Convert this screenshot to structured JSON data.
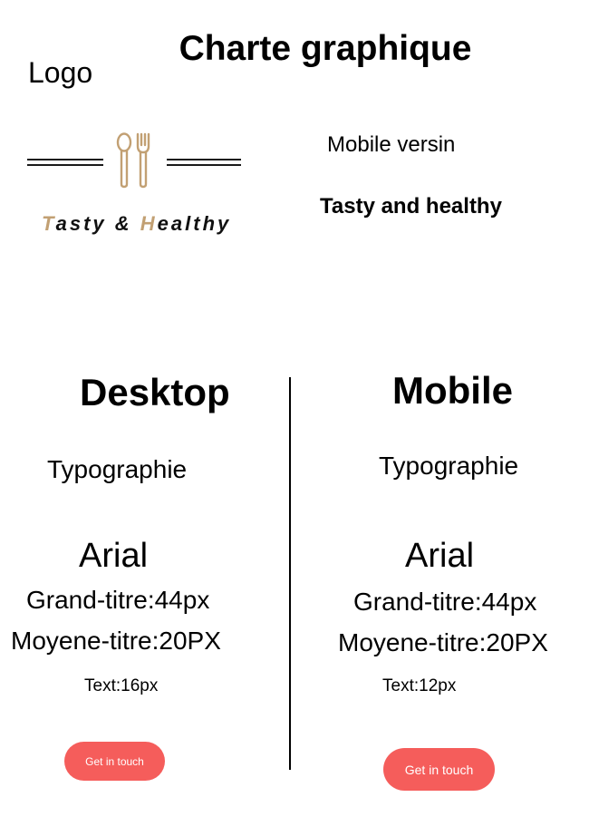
{
  "header": {
    "title": "Charte graphique",
    "logo_label": "Logo"
  },
  "logo": {
    "icon": "utensils-icon",
    "brand_text": {
      "part1_accent": "T",
      "part1_rest": "asty & ",
      "part2_accent": "H",
      "part2_rest": "ealthy"
    },
    "colors": {
      "accent": "#c2a073",
      "lines": "#1a1a1a",
      "text": "#111111"
    }
  },
  "mobile_info": {
    "label": "Mobile versin",
    "name": "Tasty and healthy"
  },
  "desktop": {
    "title": "Desktop",
    "typography_label": "Typographie",
    "font_name": "Arial",
    "grand_titre": "Grand-titre:44px",
    "moyen_titre": "Moyene-titre:20PX",
    "text_size": "Text:16px",
    "button_label": "Get in touch"
  },
  "mobile": {
    "title": "Mobile",
    "typography_label": "Typographie",
    "font_name": "Arial",
    "grand_titre": "Grand-titre:44px",
    "moyen_titre": "Moyene-titre:20PX",
    "text_size": "Text:12px",
    "button_label": "Get in touch"
  },
  "colors": {
    "button": "#f55d5b",
    "button_text": "#ffffff",
    "divider": "#000000"
  }
}
